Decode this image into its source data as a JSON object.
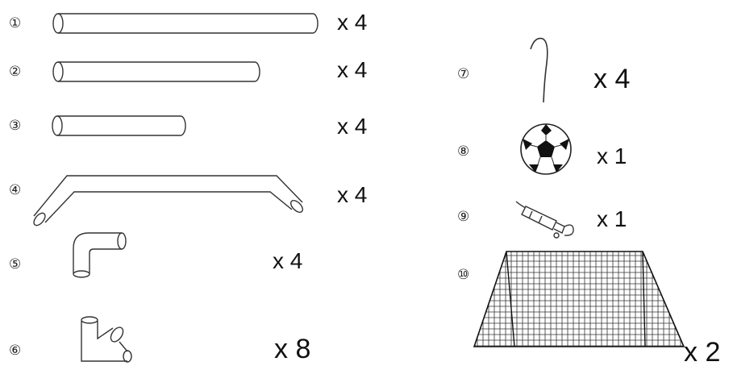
{
  "parts": [
    {
      "marker": "①",
      "qty": "x 4",
      "icon": "long-pipe-icon"
    },
    {
      "marker": "②",
      "qty": "x 4",
      "icon": "medium-pipe-icon"
    },
    {
      "marker": "③",
      "qty": "x 4",
      "icon": "short-pipe-icon"
    },
    {
      "marker": "④",
      "qty": "x 4",
      "icon": "angled-frame-tube-icon"
    },
    {
      "marker": "⑤",
      "qty": "x 4",
      "icon": "elbow-connector-icon"
    },
    {
      "marker": "⑥",
      "qty": "x 8",
      "icon": "tee-connector-icon"
    },
    {
      "marker": "⑦",
      "qty": "x 4",
      "icon": "ground-stake-icon"
    },
    {
      "marker": "⑧",
      "qty": "x 1",
      "icon": "soccer-ball-icon"
    },
    {
      "marker": "⑨",
      "qty": "x 1",
      "icon": "air-pump-icon"
    },
    {
      "marker": "⑩",
      "qty": "x 2",
      "icon": "goal-net-icon"
    }
  ],
  "colors": {
    "line": "#333333",
    "text": "#111111",
    "background": "#ffffff"
  }
}
